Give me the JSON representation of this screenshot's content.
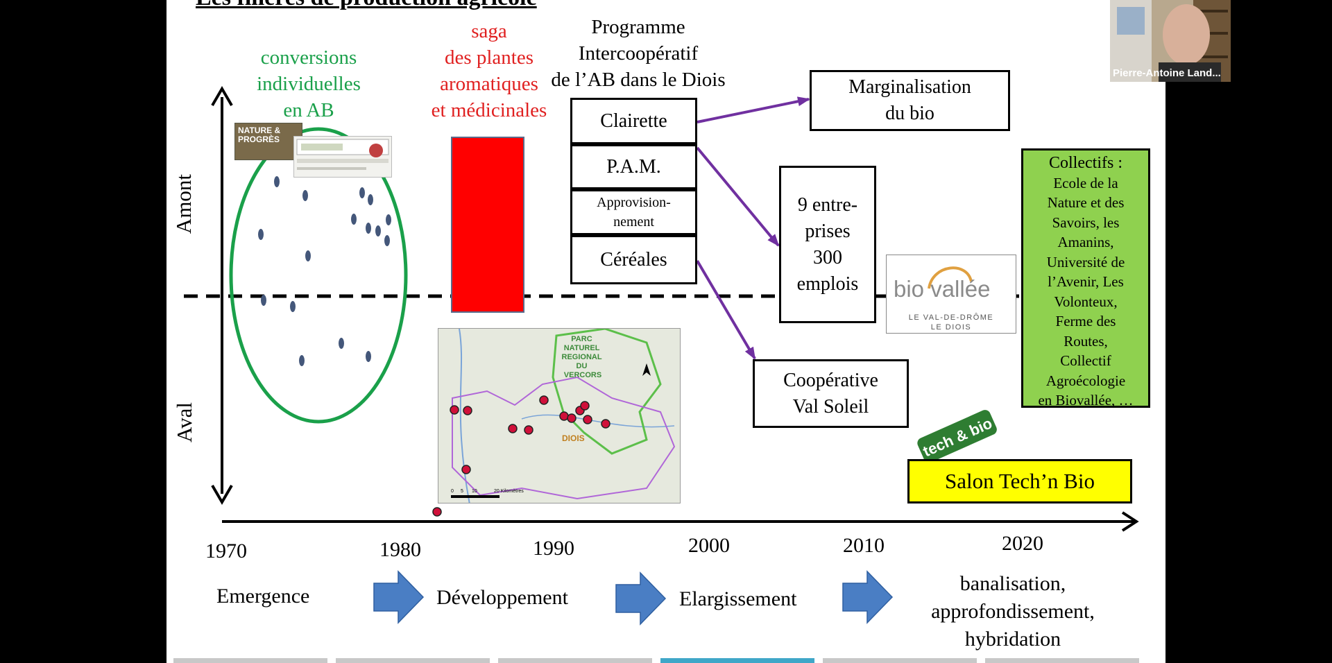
{
  "slide": {
    "title": "Les filières de production agricole",
    "axis": {
      "amont": "Amont",
      "aval": "Aval",
      "years": [
        "1970",
        "1980",
        "1990",
        "2000",
        "2010",
        "2020"
      ]
    },
    "conversions": [
      "conversions",
      "individuelles",
      "en AB"
    ],
    "saga": [
      "saga",
      "des plantes",
      "aromatiques",
      "et médicinales"
    ],
    "programme": [
      "Programme",
      "Intercoopératif",
      "de l’AB dans le Diois"
    ],
    "prog_boxes": {
      "clairette": "Clairette",
      "pam": "P.A.M.",
      "approvisionnement": [
        "Approvision-",
        "nement"
      ],
      "cereales": "Céréales"
    },
    "marginalisation": [
      "Marginalisation",
      "du bio"
    ],
    "entreprises": [
      "9 entre-",
      "prises",
      "300",
      "emplois"
    ],
    "cooperative": [
      "Coopérative",
      "Val Soleil"
    ],
    "collectifs": {
      "heading": "Collectifs :",
      "lines": [
        "Ecole de la",
        "Nature et des",
        "Savoirs, les",
        "Amanins,",
        "Université de",
        "l’Avenir, Les",
        "Volonteux,",
        "Ferme des",
        "Routes,",
        "Collectif",
        "Agroécologie",
        "en Biovallée, …"
      ]
    },
    "biovallee": {
      "logo_text": "bio vallée",
      "sub1": "LE VAL-DE-DRÔME",
      "sub2": "LE DIOIS"
    },
    "salon": "Salon Tech’n Bio",
    "logos": {
      "nature_progres": "NATURE & PROGRÈS",
      "techbio": "tech & bio"
    },
    "map_labels": {
      "park": [
        "PARC",
        "NATUREL",
        "REGIONAL",
        "DU",
        "VERCORS"
      ],
      "diois": "DIOIS",
      "scale": [
        "0",
        "5",
        "10",
        "20 Kilomètres"
      ]
    },
    "phases": {
      "emergence": "Emergence",
      "developpement": "Développement",
      "elargissement": "Elargissement",
      "final": [
        "banalisation,",
        "approfondissement,",
        "hybridation"
      ]
    }
  },
  "webcam": {
    "name": "Pierre-Antoine Land..."
  },
  "colors": {
    "green": "#1aa04a",
    "red": "#e02020",
    "purple": "#7030a0",
    "arrow_blue": "#4a7ec4",
    "collectifs_bg": "#8fd14f",
    "salon_bg": "#ffff00",
    "dot": "#44577a"
  }
}
